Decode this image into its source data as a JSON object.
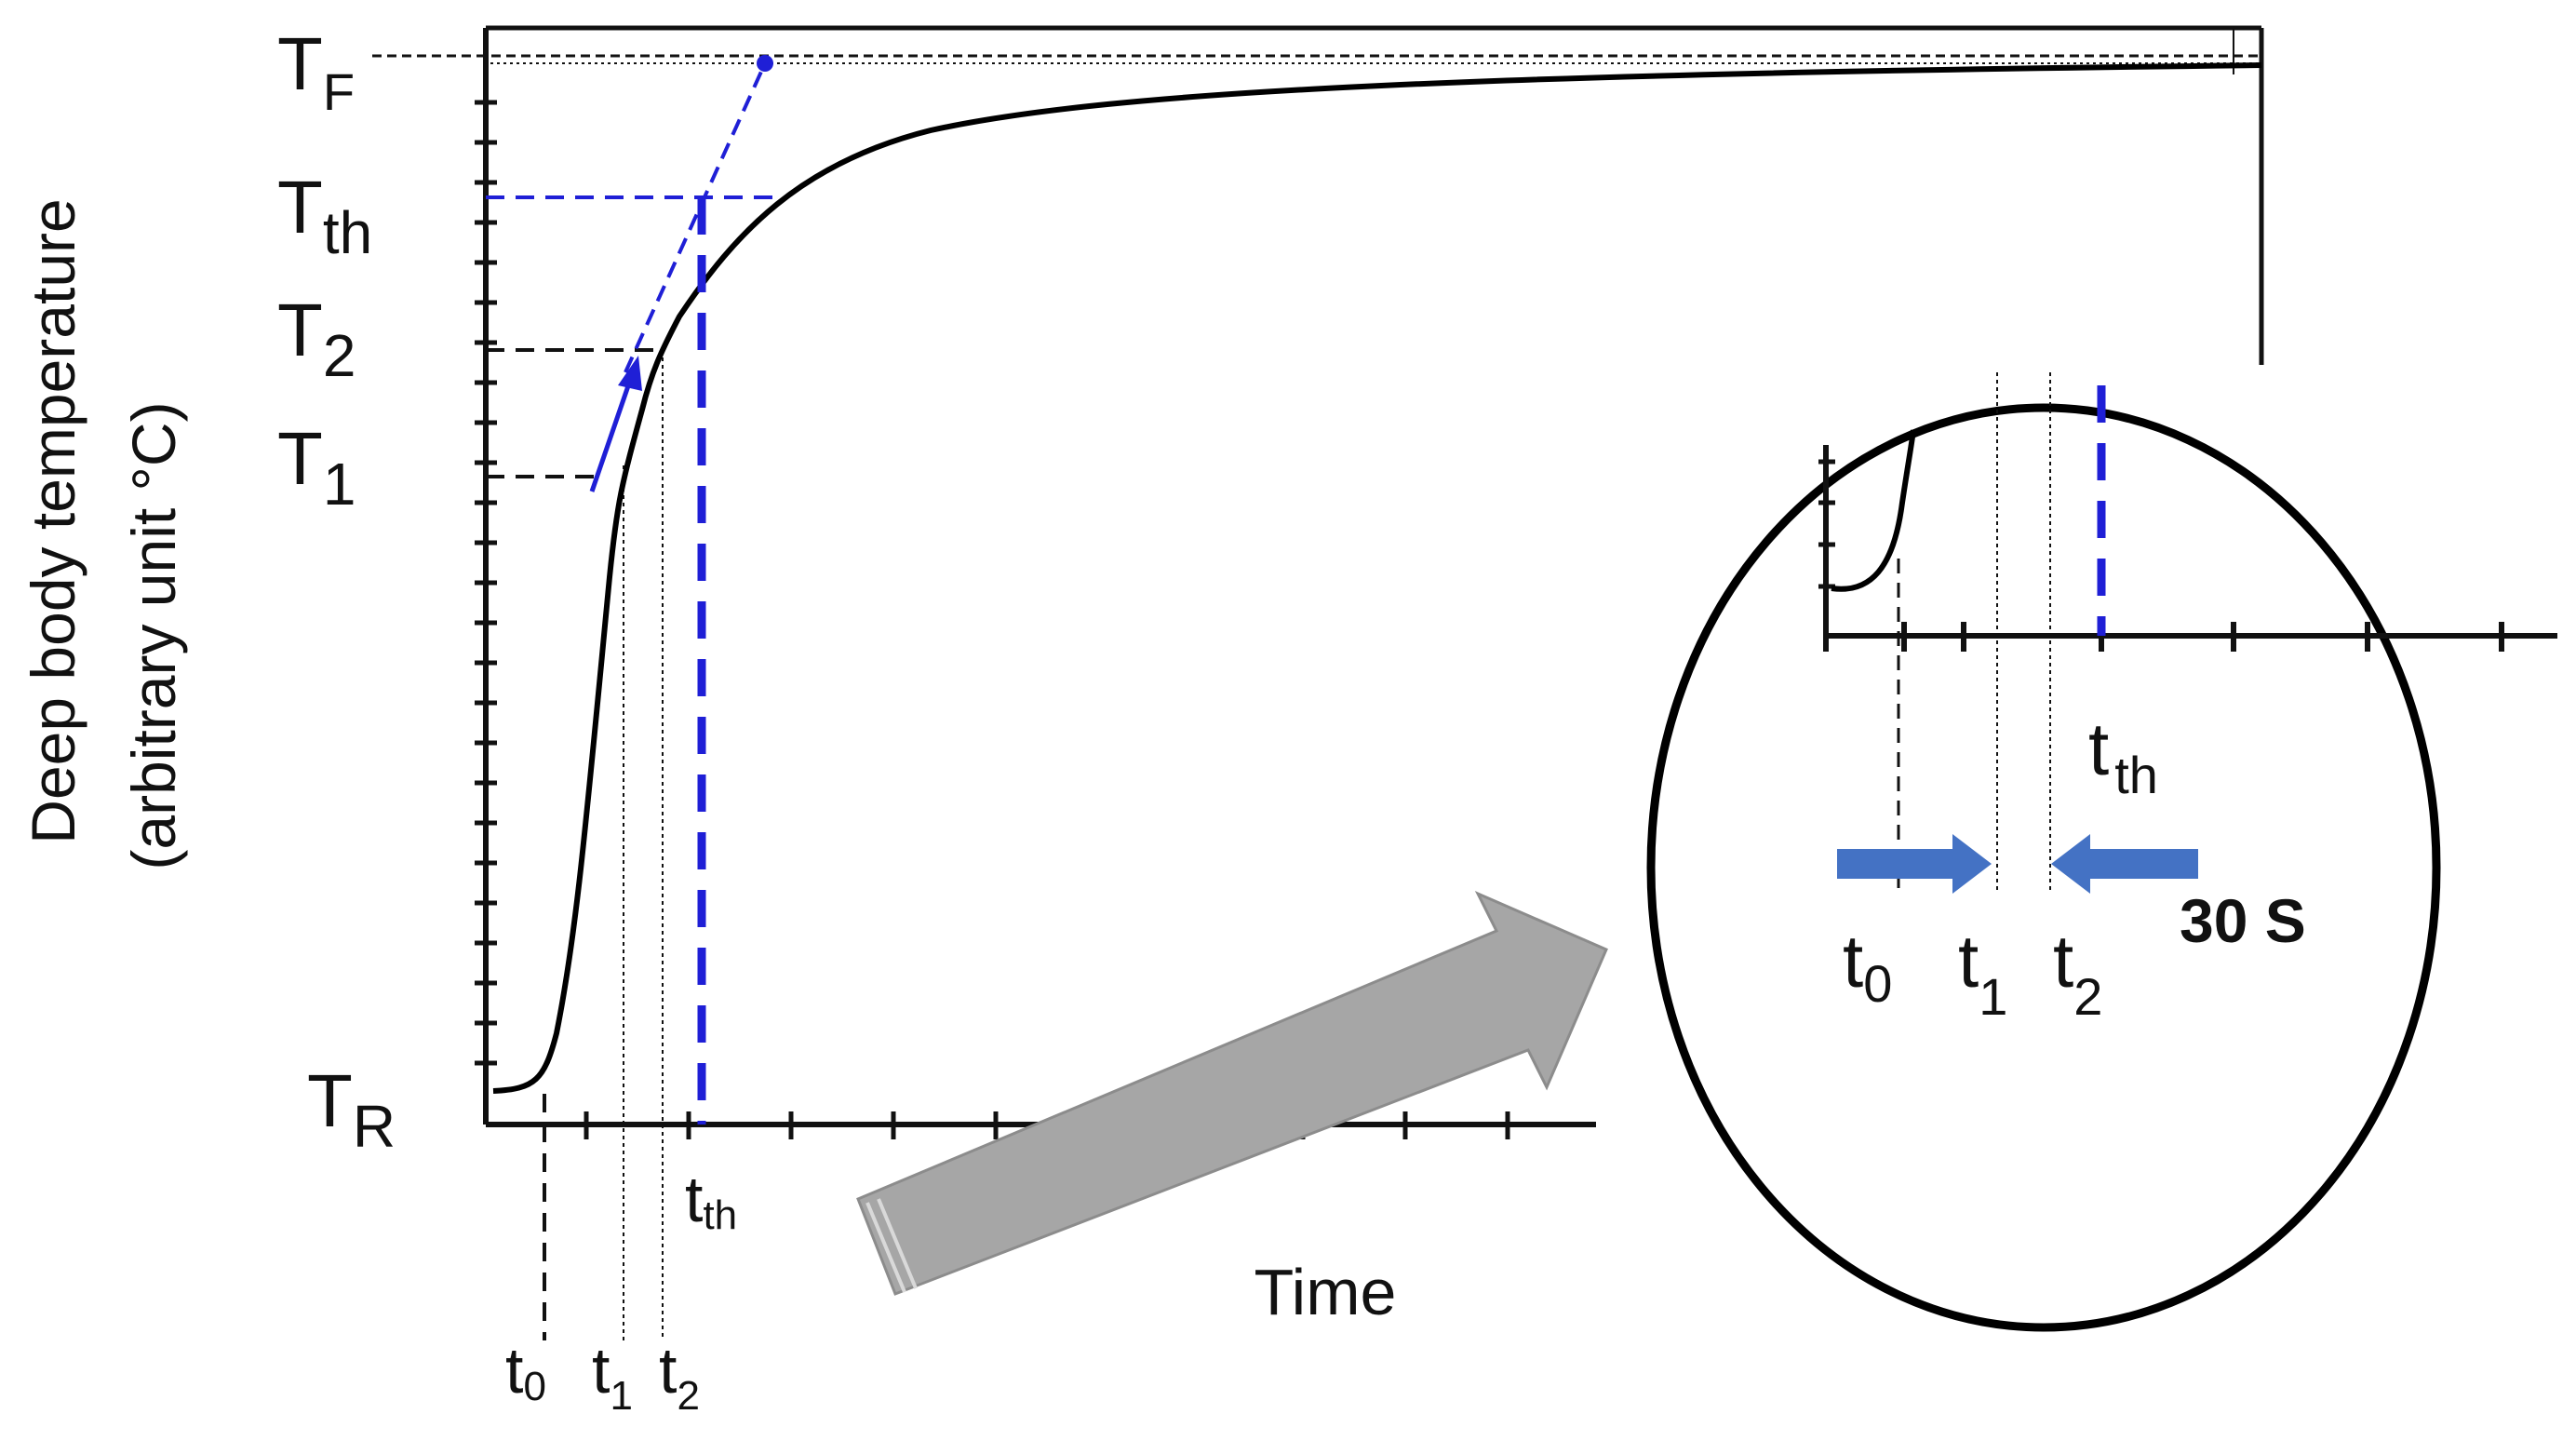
{
  "chart_data": {
    "type": "line",
    "ylabel": "Deep body temperature",
    "ylabel_unit": "(arbitrary unit °C)",
    "xlabel": "Time",
    "y_levels": [
      {
        "main": "T",
        "sub": "F"
      },
      {
        "main": "T",
        "sub": "th"
      },
      {
        "main": "T",
        "sub": "2"
      },
      {
        "main": "T",
        "sub": "1"
      },
      {
        "main": "T",
        "sub": "R"
      }
    ],
    "x_markers": [
      {
        "main": "t",
        "sub": "0"
      },
      {
        "main": "t",
        "sub": "1"
      },
      {
        "main": "t",
        "sub": "2"
      },
      {
        "main": "t",
        "sub": "th"
      }
    ],
    "inset": {
      "x_markers": [
        {
          "main": "t",
          "sub": "th"
        },
        {
          "main": "t",
          "sub": "0"
        },
        {
          "main": "t",
          "sub": "1"
        },
        {
          "main": "t",
          "sub": "2"
        }
      ],
      "interval_label": "30 S"
    },
    "colors": {
      "curve": "#000000",
      "threshold_lines": "#1f1fd6",
      "interval_arrows": "#4472c4",
      "zoom_arrow": "#a6a6a6"
    }
  }
}
